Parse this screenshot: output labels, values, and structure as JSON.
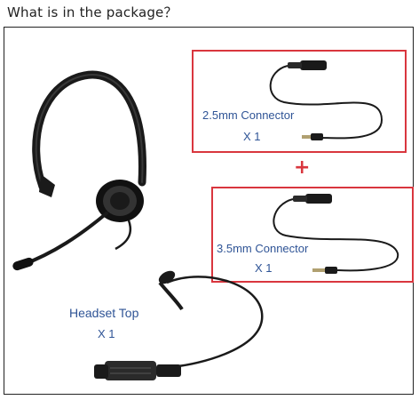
{
  "header": {
    "title": "What is in the package？"
  },
  "items": [
    {
      "label": "2.5mm  Connector",
      "quantity": "X 1"
    },
    {
      "label": "3.5mm Connector",
      "quantity": "X 1"
    },
    {
      "label": "Headset Top",
      "quantity": "X 1"
    }
  ],
  "separator": {
    "symbol": "+"
  },
  "colors": {
    "accent_red": "#d9363e",
    "label_blue": "#2f5496",
    "product_black": "#1a1a1a"
  },
  "icons": [
    "headset-icon",
    "connector-cable-icon",
    "qd-cable-icon"
  ]
}
